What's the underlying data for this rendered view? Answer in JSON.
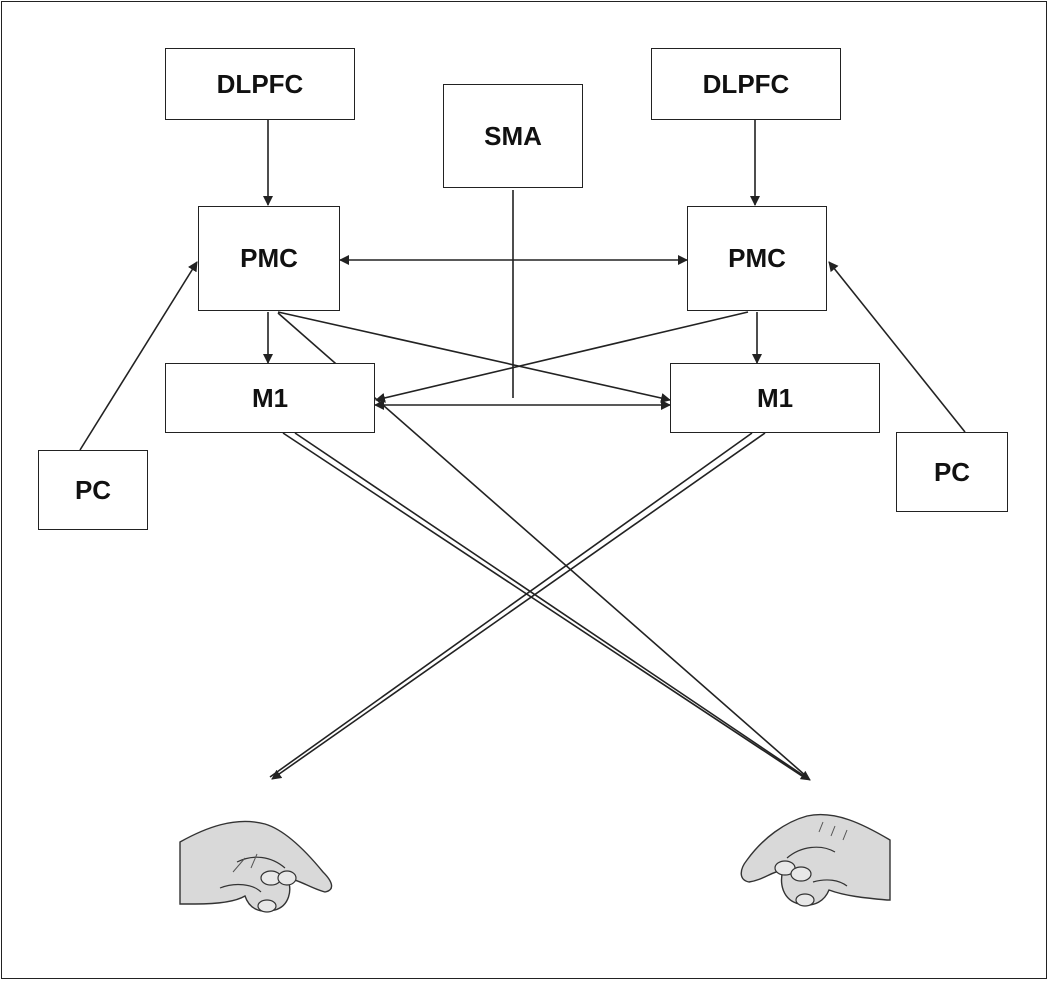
{
  "nodes": {
    "dlpfc_left": "DLPFC",
    "dlpfc_right": "DLPFC",
    "sma": "SMA",
    "pmc_left": "PMC",
    "pmc_right": "PMC",
    "m1_left": "M1",
    "m1_right": "M1",
    "pc_left": "PC",
    "pc_right": "PC"
  },
  "edges": [
    {
      "from": "DLPFC (left)",
      "to": "PMC (left)",
      "type": "arrow"
    },
    {
      "from": "DLPFC (right)",
      "to": "PMC (right)",
      "type": "arrow"
    },
    {
      "from": "PMC (left)",
      "to": "PMC (right)",
      "type": "bidirectional"
    },
    {
      "from": "M1 (left)",
      "to": "M1 (right)",
      "type": "bidirectional"
    },
    {
      "from": "SMA",
      "to": "M1 link",
      "type": "line"
    },
    {
      "from": "PMC (left)",
      "to": "M1 (left)",
      "type": "arrow"
    },
    {
      "from": "PMC (right)",
      "to": "M1 (right)",
      "type": "arrow"
    },
    {
      "from": "PMC (left)",
      "to": "M1 (right)",
      "type": "arrow"
    },
    {
      "from": "PMC (right)",
      "to": "M1 (left)",
      "type": "arrow"
    },
    {
      "from": "PC (left)",
      "to": "PMC (left)",
      "type": "arrow"
    },
    {
      "from": "PC (right)",
      "to": "PMC (right)",
      "type": "arrow"
    },
    {
      "from": "M1 (left)",
      "to": "right hand",
      "type": "arrow"
    },
    {
      "from": "PMC (left)",
      "to": "right hand",
      "type": "arrow"
    },
    {
      "from": "M1 (right)",
      "to": "left hand",
      "type": "arrow"
    }
  ],
  "colors": {
    "line": "#222222",
    "box_border": "#222222",
    "hand_fill": "#d9d9d9"
  }
}
